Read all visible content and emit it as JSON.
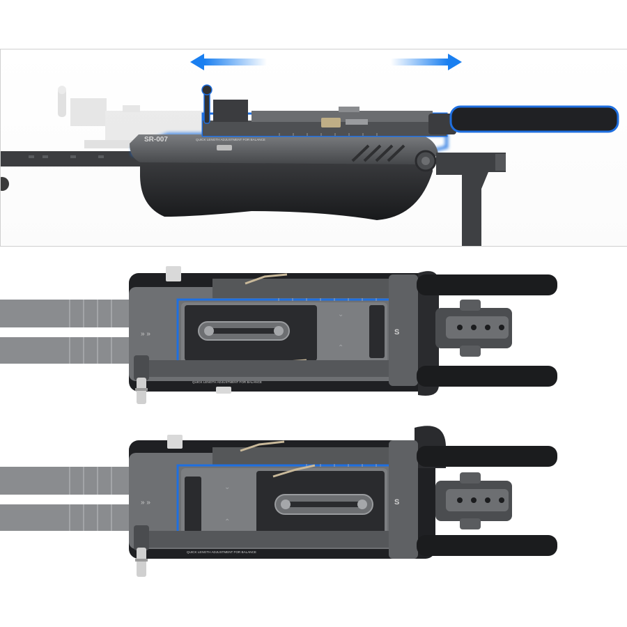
{
  "side_view": {
    "model_label": "SR-007",
    "engraving": "QUICK LENGTH ADJUSTMENT FOR BALANCE"
  },
  "top_view_1": {
    "engraving": "QUICK LENGTH ADJUSTMENT FOR BALANCE",
    "badge": "S"
  },
  "top_view_2": {
    "engraving": "QUICK LENGTH ADJUSTMENT FOR BALANCE",
    "badge": "S"
  },
  "colors": {
    "highlight": "#1f6fe0",
    "arrow": "#1a7ff0",
    "body_dark": "#2a2b2e",
    "body_gray": "#6e7073",
    "strap_gray": "#8a8c8f"
  }
}
